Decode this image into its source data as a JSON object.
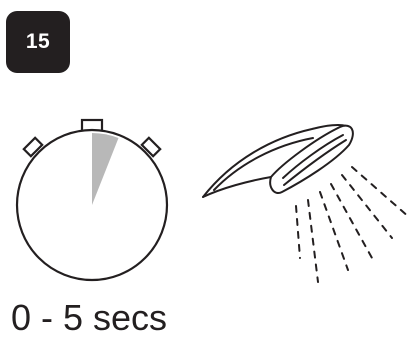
{
  "step": {
    "number": "15"
  },
  "timer": {
    "icon": "stopwatch-icon",
    "elapsed_fraction": 0.06,
    "elapsed_color": "#b8b8b8"
  },
  "shower": {
    "icon": "shower-head-icon"
  },
  "duration": {
    "label": "0 - 5 secs"
  },
  "colors": {
    "ink": "#231f20",
    "background": "#ffffff"
  }
}
